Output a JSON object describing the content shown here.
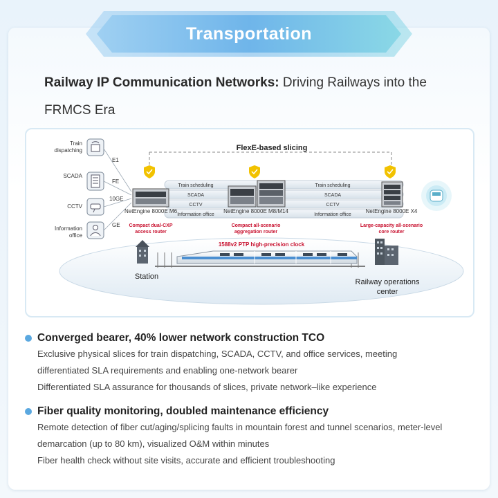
{
  "banner": {
    "title": "Transportation"
  },
  "headline": {
    "strong": "Railway IP Communication Networks:",
    "rest": " Driving Railways into the FRMCS Era"
  },
  "diagram": {
    "slicing_title": "FlexE-based slicing",
    "services": [
      {
        "label_line1": "Train",
        "label_line2": "dispatching",
        "icon": "phone-icon"
      },
      {
        "label_line1": "SCADA",
        "label_line2": "",
        "icon": "server-icon"
      },
      {
        "label_line1": "CCTV",
        "label_line2": "",
        "icon": "camera-icon"
      },
      {
        "label_line1": "Information",
        "label_line2": "office",
        "icon": "person-icon"
      }
    ],
    "interfaces": [
      "E1",
      "FE",
      "10GE",
      "GE"
    ],
    "slice_labels": [
      "Train scheduling",
      "SCADA",
      "CCTV",
      "Information office"
    ],
    "routers": [
      {
        "name": "NetEngine 8000E M6",
        "desc_line1": "Compact dual-CXP",
        "desc_line2": "access router"
      },
      {
        "name": "NetEngine 8000E M8/M14",
        "desc_line1": "Compact all-scenario",
        "desc_line2": "aggregation router"
      },
      {
        "name": "NetEngine 8000E X4",
        "desc_line1": "Large-capacity all-scenario",
        "desc_line2": "core router"
      }
    ],
    "clock_label": "1588v2 PTP high-precision clock",
    "station_label": "Station",
    "ops_label_line1": "Railway operations",
    "ops_label_line2": "center",
    "colors": {
      "accent_red": "#c8102e",
      "shield_yellow": "#f2c200",
      "blue": "#4b8fd1"
    }
  },
  "bullets": [
    {
      "title": "Converged bearer, 40% lower network construction TCO",
      "lines": [
        "Exclusive physical slices for train dispatching, SCADA, CCTV, and office services, meeting",
        "differentiated SLA requirements and enabling one-network bearer",
        "Differentiated SLA assurance for thousands of slices, private network–like experience"
      ]
    },
    {
      "title": "Fiber quality monitoring, doubled maintenance efficiency",
      "lines": [
        "Remote detection of fiber cut/aging/splicing faults in mountain forest and tunnel scenarios, meter-level",
        "demarcation (up to 80 km), visualized O&M within minutes",
        "Fiber health check without site visits, accurate and efficient troubleshooting"
      ]
    }
  ]
}
